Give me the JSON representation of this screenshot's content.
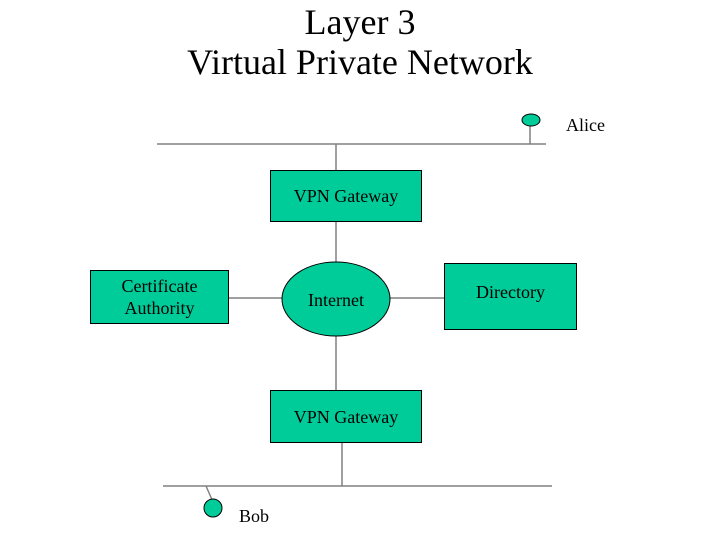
{
  "title": {
    "line1": "Layer 3",
    "line2": "Virtual Private Network"
  },
  "nodes": {
    "vpn_gateway_top": "VPN Gateway",
    "vpn_gateway_bottom": "VPN Gateway",
    "internet": "Internet",
    "certificate_authority": {
      "line1": "Certificate",
      "line2": "Authority"
    },
    "directory": "Directory"
  },
  "hosts": {
    "alice": "Alice",
    "bob": "Bob"
  },
  "colors": {
    "node_fill": "#00cc99",
    "stroke": "#000000",
    "wire": "#808080"
  }
}
